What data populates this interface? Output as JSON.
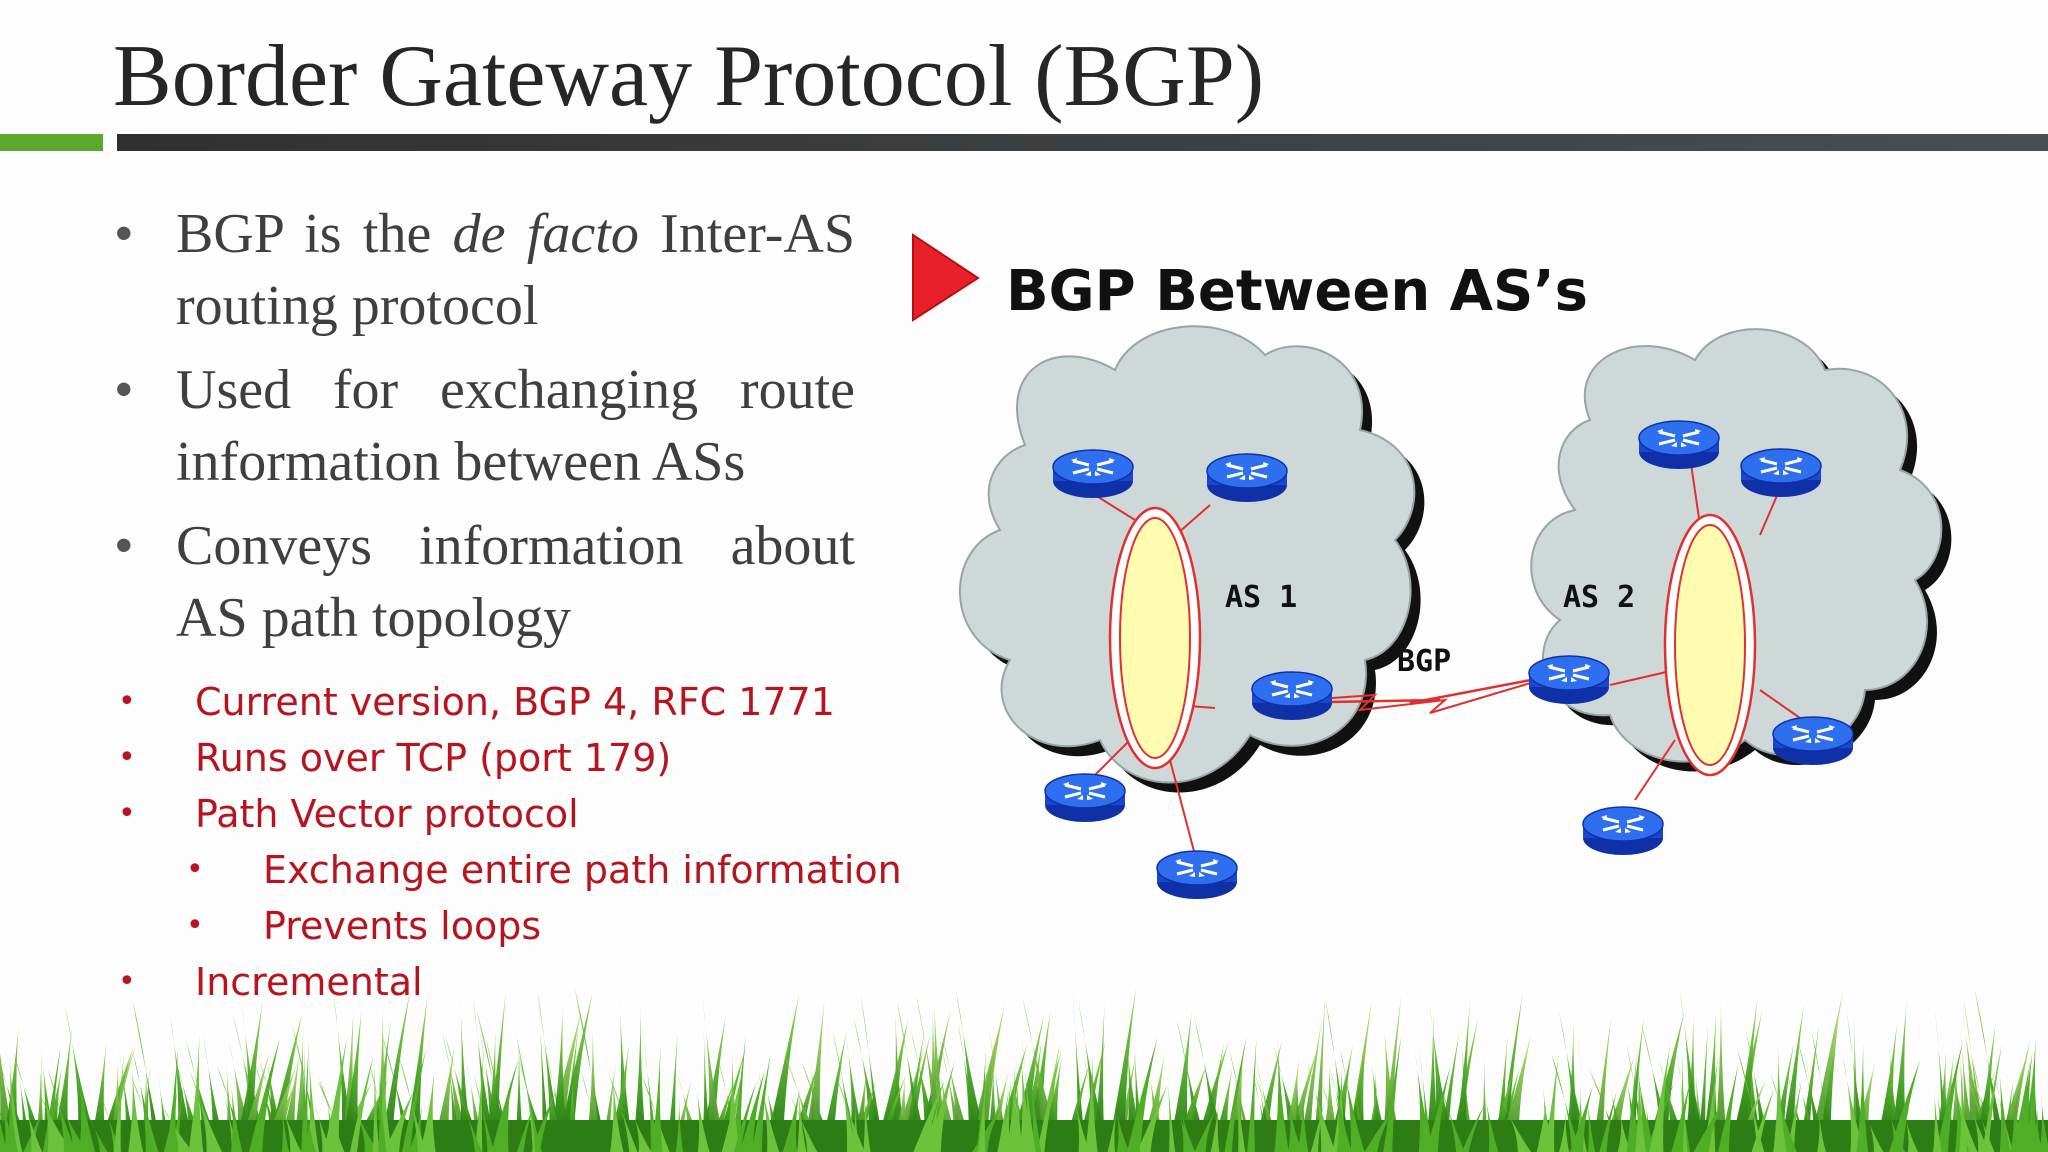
{
  "slide": {
    "title": "Border Gateway Protocol (BGP)",
    "bullets": [
      {
        "pre": "BGP is the ",
        "em": "de facto",
        "post": " Inter-AS routing protocol"
      },
      {
        "pre": "Used for exchanging route information between ASs",
        "em": "",
        "post": ""
      },
      {
        "pre": "Conveys information about AS path topology",
        "em": "",
        "post": ""
      }
    ],
    "sub_bullets": [
      {
        "text": "Current version, BGP 4, RFC 1771",
        "level": 1
      },
      {
        "text": "Runs over TCP (port 179)",
        "level": 1
      },
      {
        "text": "Path Vector protocol",
        "level": 1
      },
      {
        "text": "Exchange entire path information",
        "level": 2
      },
      {
        "text": "Prevents loops",
        "level": 2
      },
      {
        "text": "Incremental",
        "level": 1
      }
    ]
  },
  "diagram": {
    "heading": "BGP Between AS’s",
    "as1_label": "AS 1",
    "as2_label": "AS 2",
    "link_label": "BGP"
  },
  "colors": {
    "accent_green": "#5aa82c",
    "title_text": "#262626",
    "body_text": "#3f3f3f",
    "red_text": "#b8141e",
    "router_blue": "#1f5fe0",
    "cloud_gray": "#cfd8d8",
    "ring_yellow": "#fffbb0",
    "arrow_red": "#e8202a"
  }
}
